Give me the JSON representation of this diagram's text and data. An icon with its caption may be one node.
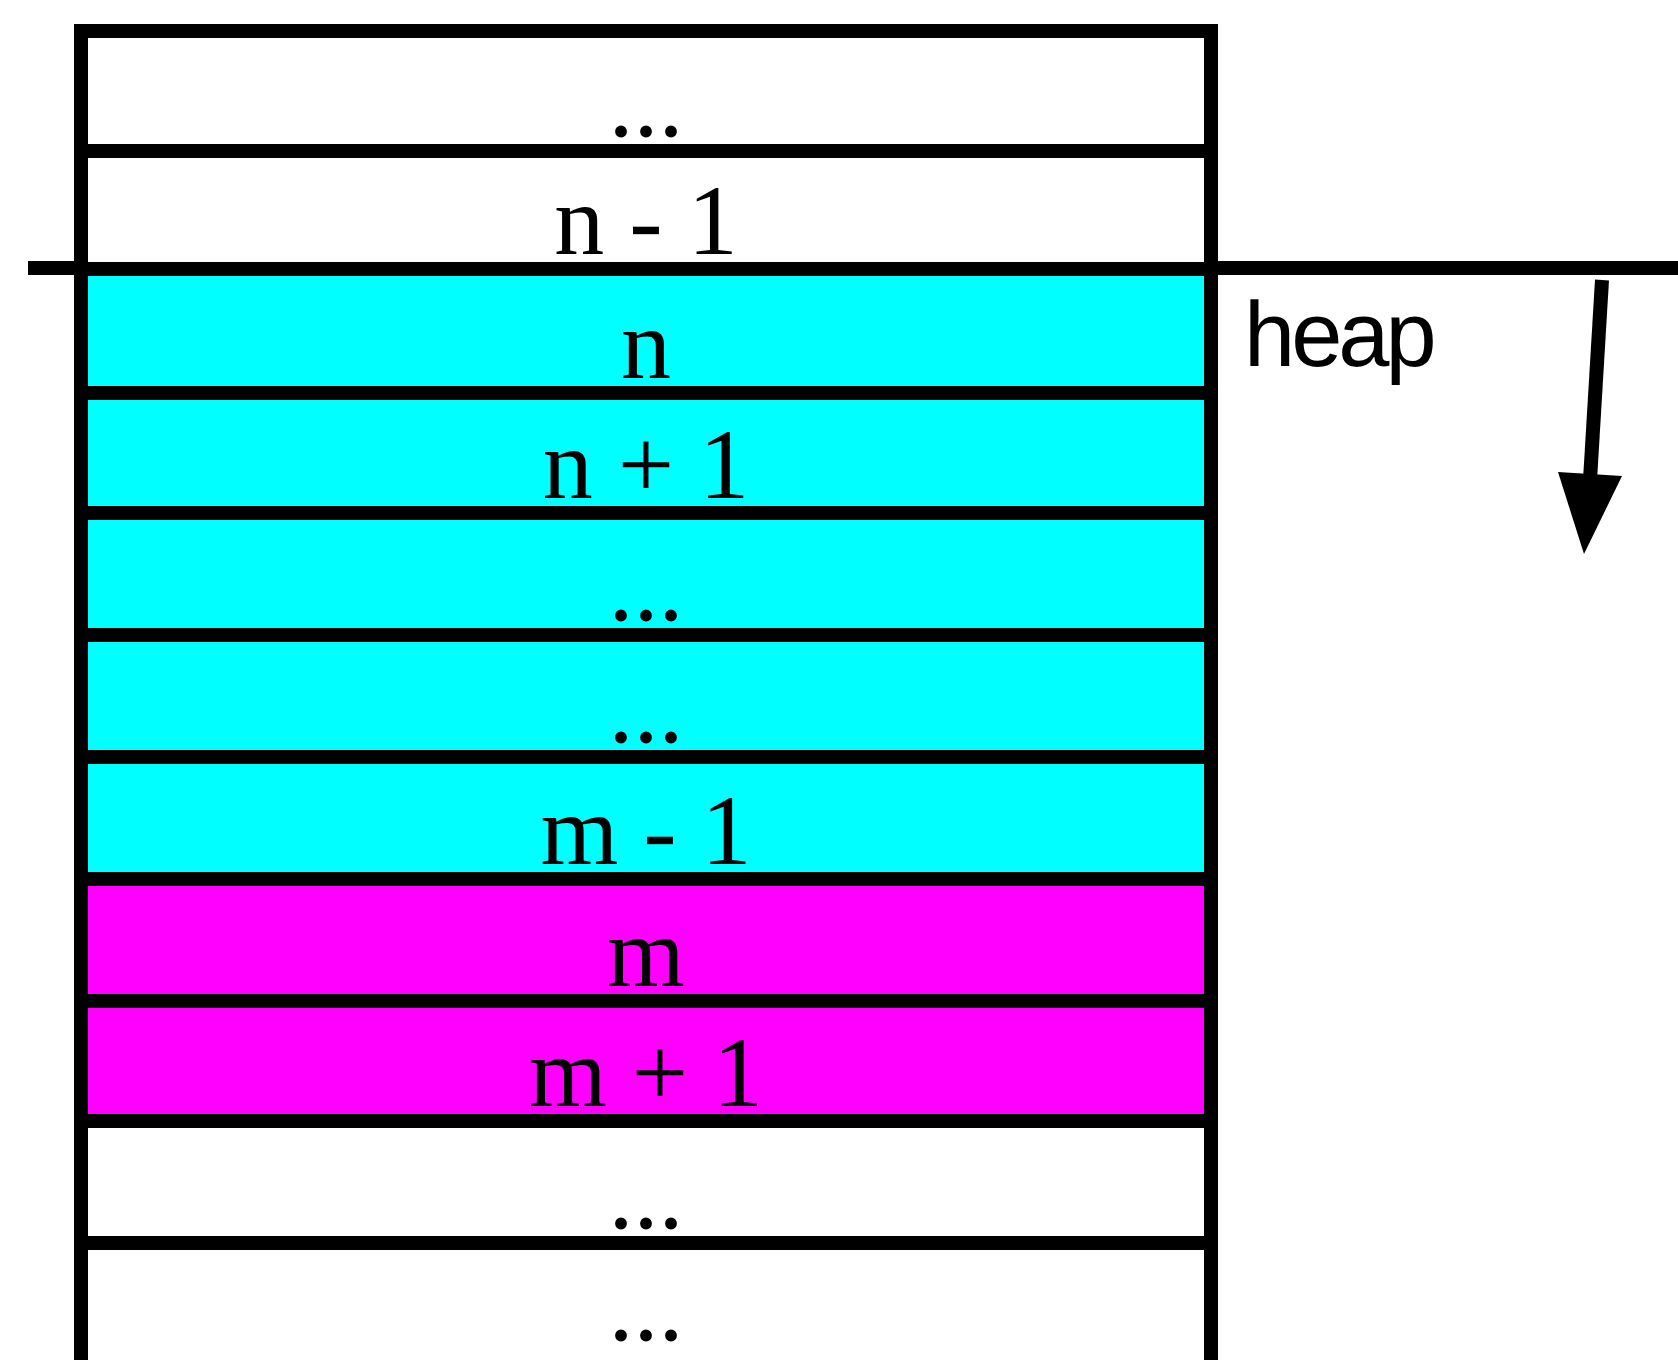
{
  "diagram": {
    "nodes": [
      {
        "text": [
          "..."
        ]
      },
      {
        "text": [
          "n - 1"
        ]
      },
      {
        "text": [
          "n"
        ]
      },
      {
        "text": [
          "n + 1"
        ]
      },
      {
        "text": [
          "..."
        ]
      },
      {
        "text": [
          "..."
        ]
      },
      {
        "text": [
          "m - 1"
        ]
      },
      {
        "text": [
          "m"
        ]
      },
      {
        "text": [
          "m + 1"
        ]
      },
      {
        "text": [
          "..."
        ]
      },
      {
        "text": [
          "..."
        ]
      }
    ],
    "edges": [],
    "labels": [
      "heap"
    ]
  }
}
